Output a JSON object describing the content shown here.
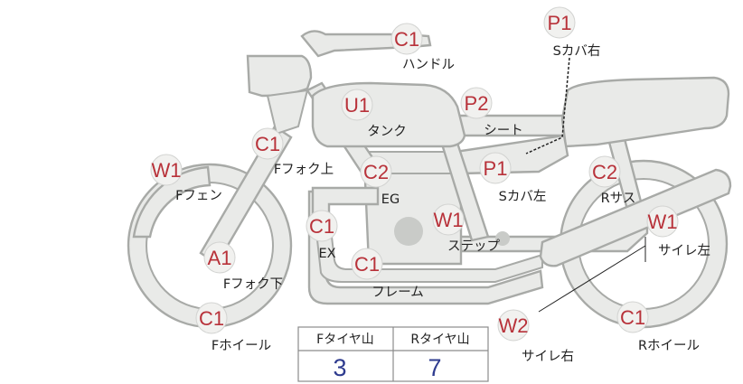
{
  "badges": [
    {
      "name": "badge-handle",
      "code": "C1",
      "label": "ハンドル"
    },
    {
      "name": "badge-s-cover-right",
      "code": "P1",
      "label": "Sカバ右"
    },
    {
      "name": "badge-tank",
      "code": "U1",
      "label": "タンク"
    },
    {
      "name": "badge-seat",
      "code": "P2",
      "label": "シート"
    },
    {
      "name": "badge-f-fork-upper",
      "code": "C1",
      "label": "Fフォク上"
    },
    {
      "name": "badge-f-fender",
      "code": "W1",
      "label": "Fフェン"
    },
    {
      "name": "badge-eg",
      "code": "C2",
      "label": "EG"
    },
    {
      "name": "badge-s-cover-left",
      "code": "P1",
      "label": "Sカバ左"
    },
    {
      "name": "badge-r-suspension",
      "code": "C2",
      "label": "Rサス"
    },
    {
      "name": "badge-ex",
      "code": "C1",
      "label": "EX"
    },
    {
      "name": "badge-step",
      "code": "W1",
      "label": "ステップ"
    },
    {
      "name": "badge-silencer-left",
      "code": "W1",
      "label": "サイレ左"
    },
    {
      "name": "badge-f-fork-lower",
      "code": "A1",
      "label": "Fフォク下"
    },
    {
      "name": "badge-frame",
      "code": "C1",
      "label": "フレーム"
    },
    {
      "name": "badge-silencer-right",
      "code": "W2",
      "label": "サイレ右"
    },
    {
      "name": "badge-f-wheel",
      "code": "C1",
      "label": "Fホイール"
    },
    {
      "name": "badge-r-wheel",
      "code": "C1",
      "label": "Rホイール"
    }
  ],
  "tire_table": {
    "front_header": "Fタイヤ山",
    "rear_header": "Rタイヤ山",
    "front_value": "3",
    "rear_value": "7"
  }
}
